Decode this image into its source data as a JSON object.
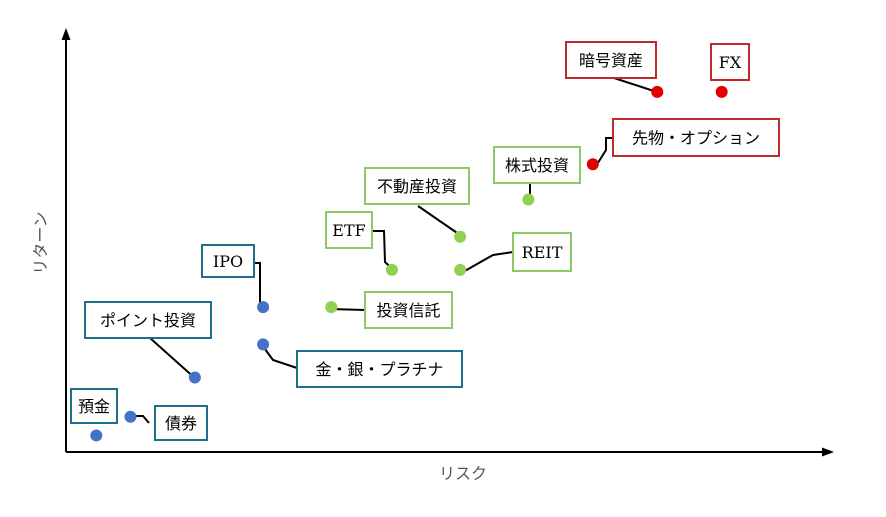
{
  "chart_data": {
    "type": "scatter",
    "title": "",
    "xlabel": "リスク",
    "ylabel": "リターン",
    "xlim": [
      0,
      100
    ],
    "ylim": [
      0,
      100
    ],
    "grid": false,
    "ticks": false,
    "colors": {
      "low": "#4472C4",
      "mid": "#92D050",
      "high": "#E00000",
      "low_box": "#1F6E8C",
      "mid_box": "#8CC865",
      "high_box": "#C0282C"
    },
    "points": [
      {
        "label": "預金",
        "x": 4,
        "y": 4,
        "group": "low"
      },
      {
        "label": "債券",
        "x": 8.5,
        "y": 8.5,
        "group": "low"
      },
      {
        "label": "ポイント投資",
        "x": 17,
        "y": 18,
        "group": "low"
      },
      {
        "label": "IPO",
        "x": 26,
        "y": 35,
        "group": "low"
      },
      {
        "label": "金・銀・プラチナ",
        "x": 26,
        "y": 26,
        "group": "low"
      },
      {
        "label": "投資信託",
        "x": 35,
        "y": 35,
        "group": "mid"
      },
      {
        "label": "ETF",
        "x": 43,
        "y": 44,
        "group": "mid"
      },
      {
        "label": "不動産投資",
        "x": 52,
        "y": 52,
        "group": "mid"
      },
      {
        "label": "REIT",
        "x": 52,
        "y": 44,
        "group": "mid"
      },
      {
        "label": "株式投資",
        "x": 61,
        "y": 61,
        "group": "mid"
      },
      {
        "label": "先物・オプション",
        "x": 69.5,
        "y": 69.5,
        "group": "high"
      },
      {
        "label": "暗号資産",
        "x": 78,
        "y": 87,
        "group": "high"
      },
      {
        "label": "FX",
        "x": 86.5,
        "y": 87,
        "group": "high"
      }
    ]
  }
}
